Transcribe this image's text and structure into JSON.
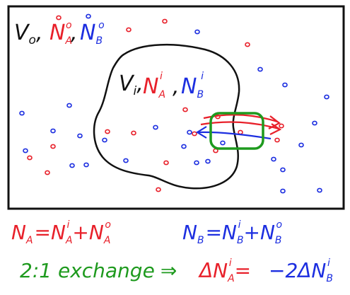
{
  "colors": {
    "ink": "#111111",
    "species_a": "#e8202a",
    "species_b": "#1c2ee0",
    "exchange": "#1e9a1e"
  },
  "outer_region": {
    "volume": "V",
    "volume_sub": "o",
    "label_a": "N",
    "label_a_sub": "A",
    "label_a_sup": "o",
    "label_b": "N",
    "label_b_sub": "B",
    "label_b_sup": "o"
  },
  "inner_region": {
    "volume": "V",
    "volume_sub": "i",
    "label_a": "N",
    "label_a_sub": "A",
    "label_a_sup": "i",
    "label_b": "N",
    "label_b_sub": "B",
    "label_b_sup": "i"
  },
  "equations": {
    "eq_a": {
      "lhs": "N",
      "lhs_sub": "A",
      "eq": "=",
      "t1": "N",
      "t1_sub": "A",
      "t1_sup": "i",
      "plus": "+",
      "t2": "N",
      "t2_sub": "A",
      "t2_sup": "o"
    },
    "eq_b": {
      "lhs": "N",
      "lhs_sub": "B",
      "eq": "=",
      "t1": "N",
      "t1_sub": "B",
      "t1_sup": "i",
      "plus": "+",
      "t2": "N",
      "t2_sub": "B",
      "t2_sup": "o"
    },
    "exchange": {
      "text": "2:1 exchange",
      "implies": "⇒",
      "d1": "ΔN",
      "d1_sub": "A",
      "d1_sup": "i",
      "eq": "=",
      "d2": "−2ΔN",
      "d2_sub": "B",
      "d2_sup": "i"
    }
  }
}
